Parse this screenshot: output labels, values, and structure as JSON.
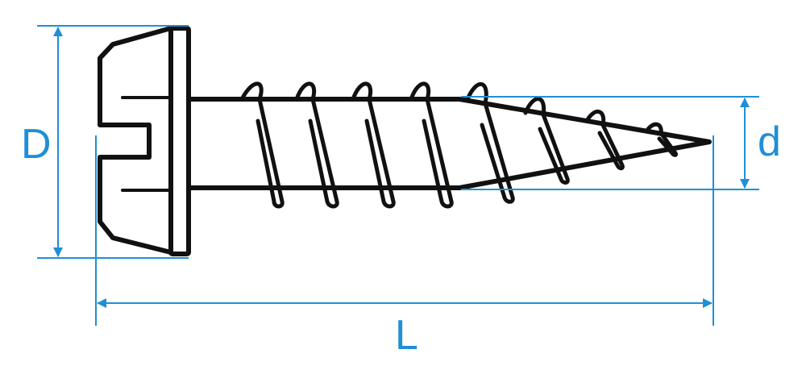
{
  "colors": {
    "dimension": "#1f8fd6",
    "outline": "#111111",
    "background": "#ffffff"
  },
  "labels": {
    "head_diameter": "D",
    "thread_diameter": "d",
    "length": "L"
  }
}
